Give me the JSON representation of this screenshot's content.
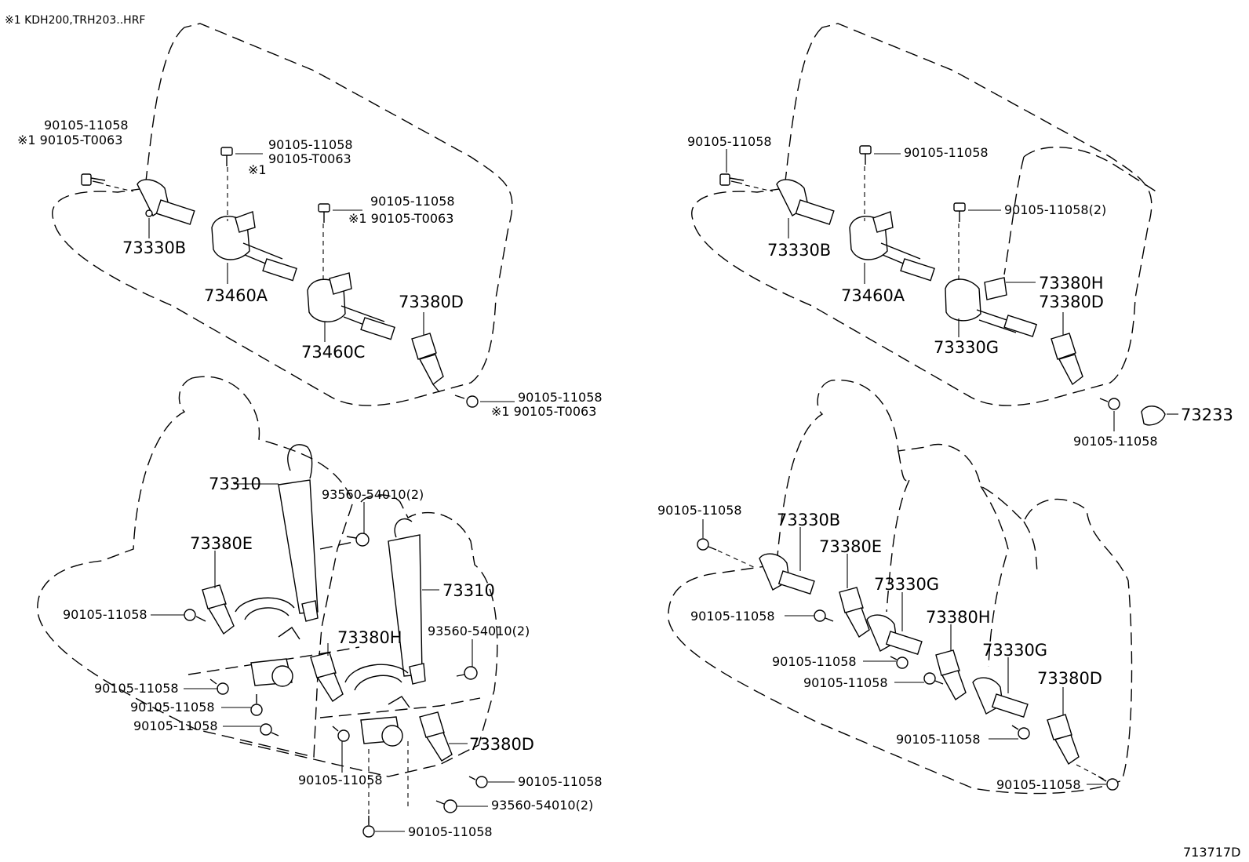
{
  "header_note": "※1 KDH200,TRH203..HRF",
  "footer_code": "713717D",
  "left_diagram": {
    "rear_seat": {
      "bolt_outer": [
        "90105-11058",
        "※1 90105-T0063"
      ],
      "bolt_center": [
        "90105-11058",
        "90105-T0063",
        "※1"
      ],
      "bolt_right": [
        "90105-11058",
        "※1 90105-T0063"
      ],
      "bolt_lower": [
        "90105-11058",
        "※1 90105-T0063"
      ],
      "parts": [
        "73330B",
        "73460A",
        "73460C",
        "73380D"
      ]
    },
    "front_seats": {
      "parts": [
        "73310",
        "73380E",
        "73310",
        "73380H",
        "73380D"
      ],
      "callouts": [
        "93560-54010(2)",
        "93560-54010(2)",
        "93560-54010(2)",
        "90105-11058",
        "90105-11058",
        "90105-11058",
        "90105-11058",
        "90105-11058",
        "90105-11058",
        "90105-11058"
      ]
    }
  },
  "right_diagram": {
    "rear_seat": {
      "bolts": [
        "90105-11058",
        "90105-11058",
        "90105-11058(2)",
        "90105-11058"
      ],
      "parts": [
        "73330B",
        "73460A",
        "73380H",
        "73380D",
        "73330G",
        "73233"
      ]
    },
    "middle_seat": {
      "parts": [
        "73330B",
        "73380E",
        "73330G",
        "73380H",
        "73330G",
        "73380D"
      ],
      "callouts": [
        "90105-11058",
        "90105-11058",
        "90105-11058",
        "90105-11058",
        "90105-11058",
        "90105-11058"
      ]
    }
  }
}
